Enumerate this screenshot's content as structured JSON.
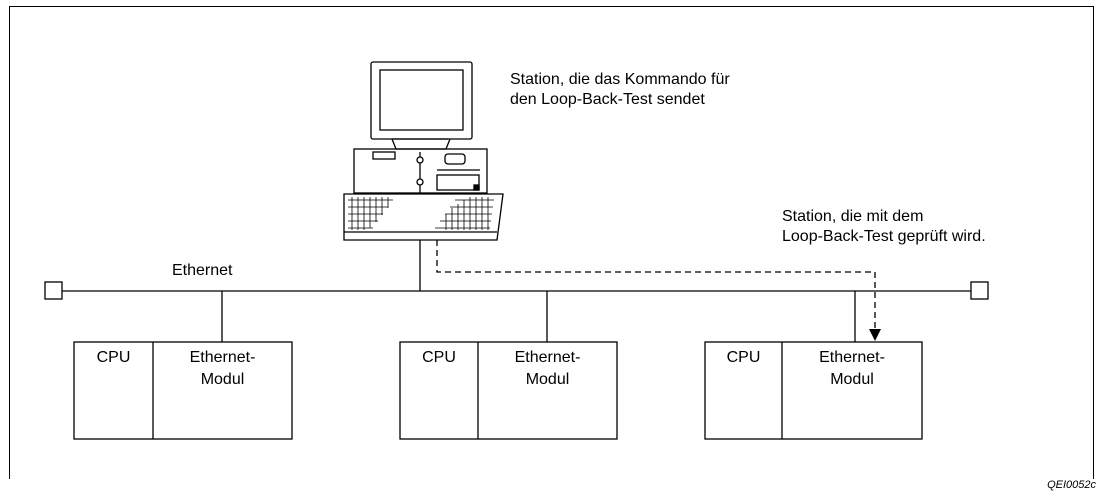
{
  "sender_caption": [
    "Station, die das Kommando für",
    "den Loop-Back-Test sendet"
  ],
  "tested_caption": [
    "Station, die mit dem",
    "Loop-Back-Test geprüft wird."
  ],
  "network_label": "Ethernet",
  "stations": [
    {
      "cpu": "CPU",
      "module": [
        "Ethernet-",
        "Modul"
      ]
    },
    {
      "cpu": "CPU",
      "module": [
        "Ethernet-",
        "Modul"
      ]
    },
    {
      "cpu": "CPU",
      "module": [
        "Ethernet-",
        "Modul"
      ]
    }
  ],
  "figure_id": "QEI0052c"
}
